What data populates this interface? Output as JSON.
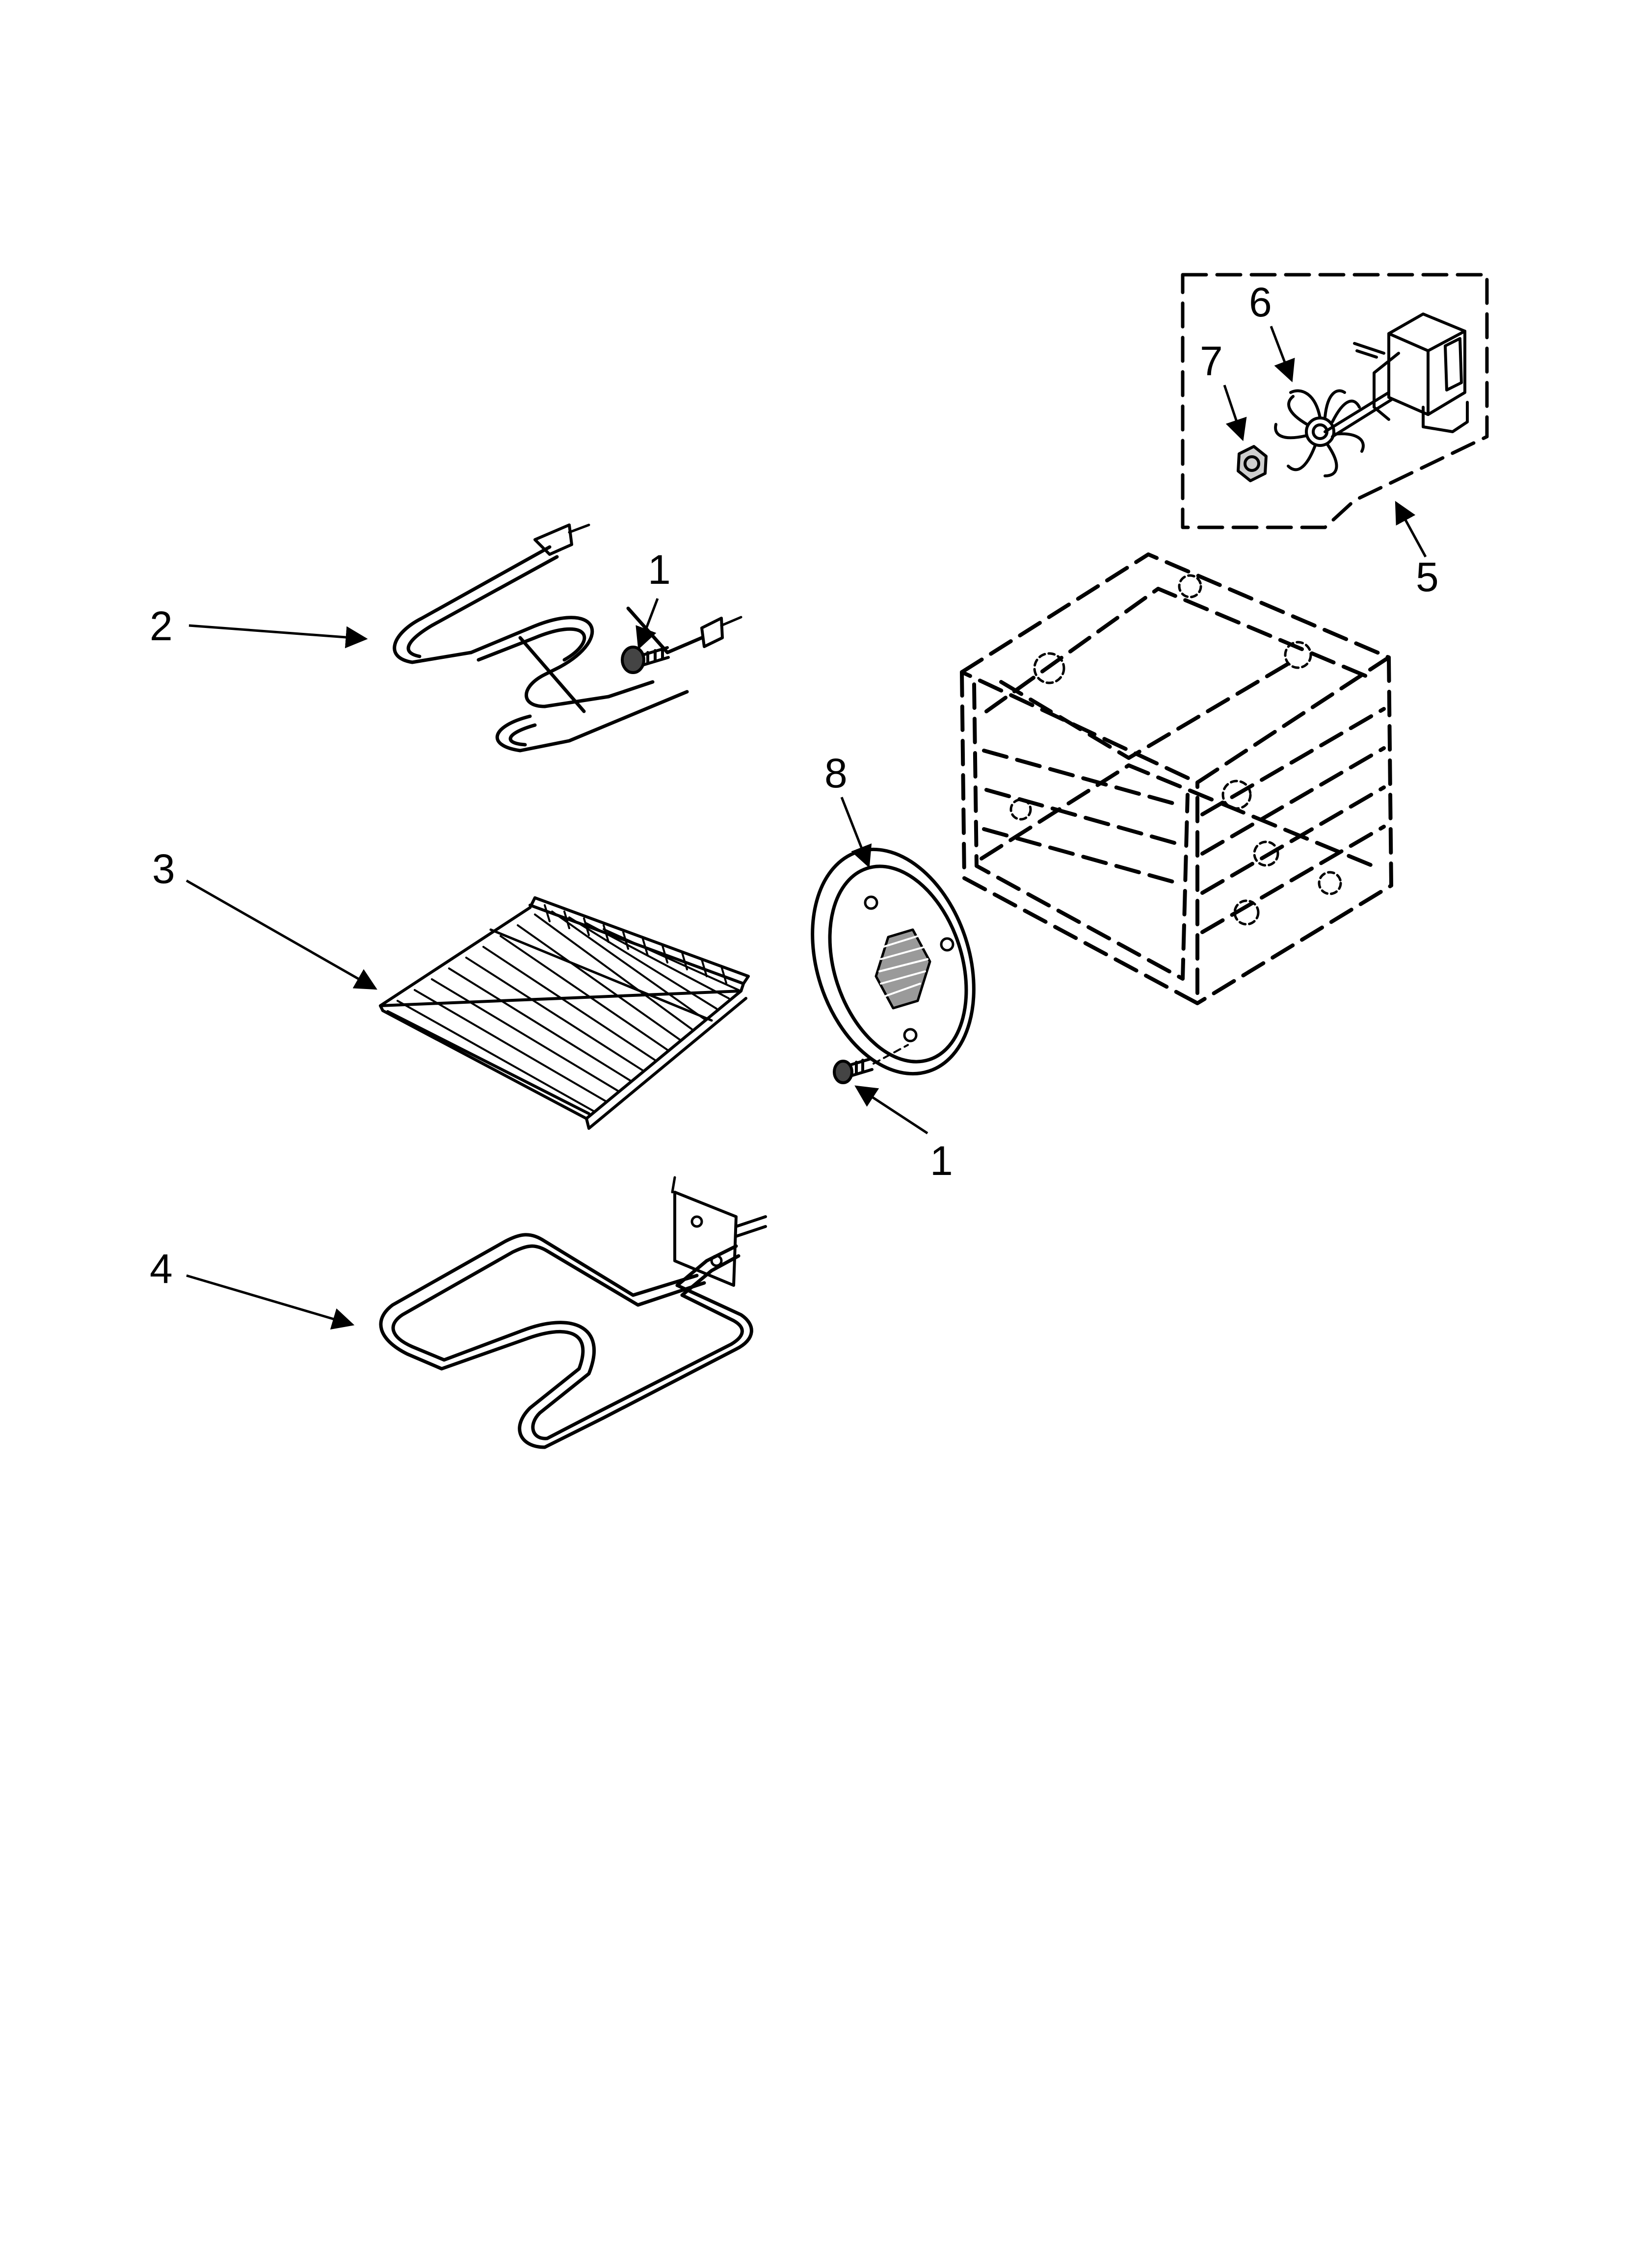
{
  "callouts": {
    "c1a": "1",
    "c2": "2",
    "c3": "3",
    "c4": "4",
    "c5": "5",
    "c6": "6",
    "c7": "7",
    "c8": "8",
    "c1b": "1"
  }
}
